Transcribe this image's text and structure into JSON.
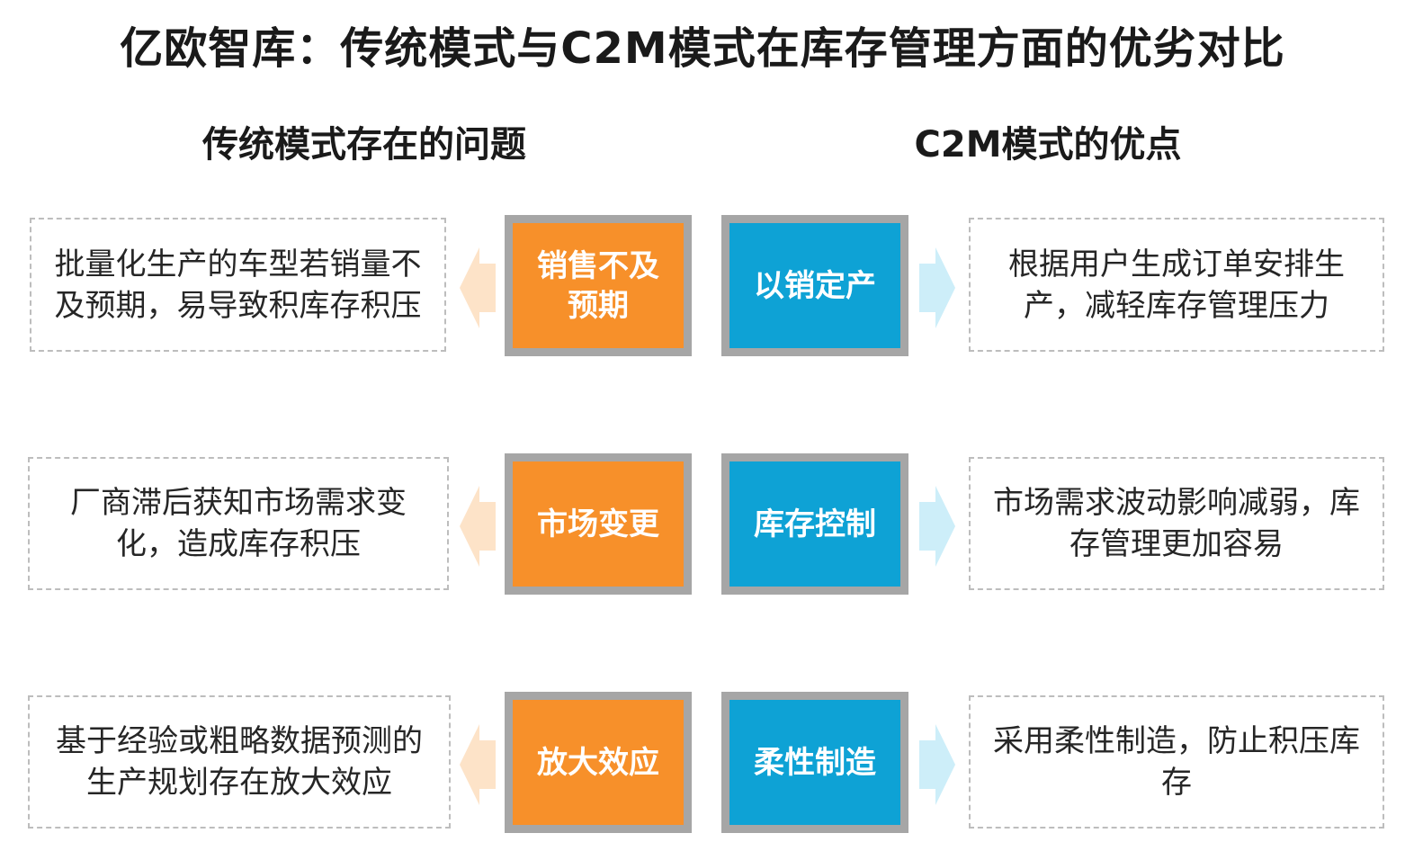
{
  "title": "亿欧智库：传统模式与C2M模式在库存管理方面的优劣对比",
  "left_header": "传统模式存在的问题",
  "right_header": "C2M模式的优点",
  "colors": {
    "problem_tile": "#f7902a",
    "advantage_tile": "#0ea2d5",
    "tile_frame": "#a6a6a6",
    "left_arrow": "#fde3c8",
    "right_arrow": "#cdeef9",
    "dashed_border": "#bdbdbd"
  },
  "rows": [
    {
      "problem_desc": "批量化生产的车型若销量不及预期，易导致积库存积压",
      "problem": "销售不及预期",
      "advantage": "以销定产",
      "advantage_desc": "根据用户生成订单安排生产，减轻库存管理压力"
    },
    {
      "problem_desc": "厂商滞后获知市场需求变化，造成库存积压",
      "problem": "市场变更",
      "advantage": "库存控制",
      "advantage_desc": "市场需求波动影响减弱，库存管理更加容易"
    },
    {
      "problem_desc": "基于经验或粗略数据预测的生产规划存在放大效应",
      "problem": "放大效应",
      "advantage": "柔性制造",
      "advantage_desc": "采用柔性制造，防止积压库存"
    }
  ]
}
